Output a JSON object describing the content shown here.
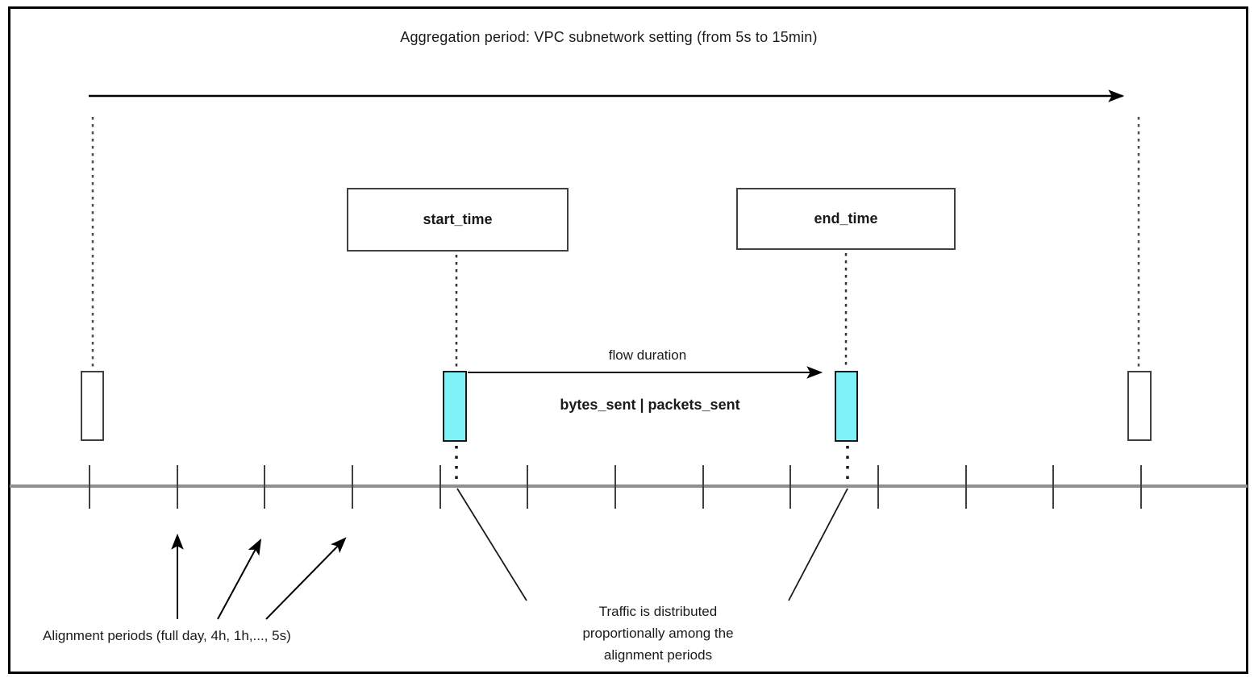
{
  "diagram": {
    "title": "Aggregation period: VPC subnetwork setting (from 5s to 15min)",
    "boxes": {
      "start_time": "start_time",
      "end_time": "end_time"
    },
    "labels": {
      "flow_duration": "flow duration",
      "metrics": "bytes_sent | packets_sent",
      "alignment_periods": "Alignment periods (full day, 4h, 1h,..., 5s)",
      "traffic_note": "Traffic is distributed\nproportionally among the\nalignment periods"
    },
    "colors": {
      "flow_bar_fill": "#7DF2F7",
      "timeline_gray": "#8F8F8F",
      "line_black": "#000000",
      "tick_gray": "#404040"
    }
  }
}
